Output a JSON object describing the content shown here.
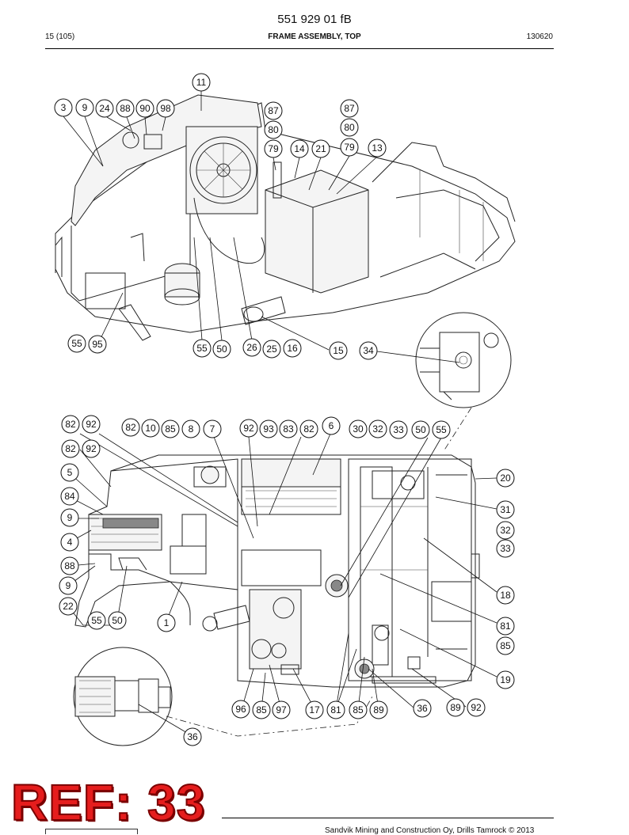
{
  "header": {
    "doc_number": "551 929 01 fB",
    "page_info": "15 (105)",
    "section_title": "FRAME ASSEMBLY, TOP",
    "date_code": "130620"
  },
  "footer": {
    "copyright": "Sandvik Mining and Construction Oy, Drills Tamrock © 2013",
    "stamp": "REF: 33"
  },
  "top_view_callouts": [
    "11",
    "3",
    "9",
    "24",
    "88",
    "90",
    "98",
    "87",
    "80",
    "79",
    "14",
    "21",
    "87",
    "80",
    "79",
    "13",
    "55",
    "95",
    "55",
    "50",
    "26",
    "25",
    "16",
    "15",
    "34"
  ],
  "plan_view_callouts": [
    "82",
    "92",
    "82",
    "10",
    "85",
    "8",
    "7",
    "92",
    "93",
    "83",
    "82",
    "6",
    "30",
    "32",
    "33",
    "50",
    "55",
    "82",
    "92",
    "5",
    "84",
    "9",
    "4",
    "88",
    "9",
    "22",
    "55",
    "50",
    "1",
    "20",
    "31",
    "32",
    "33",
    "18",
    "81",
    "85",
    "19",
    "96",
    "85",
    "97",
    "17",
    "81",
    "85",
    "89",
    "36",
    "89",
    "92",
    "36"
  ]
}
